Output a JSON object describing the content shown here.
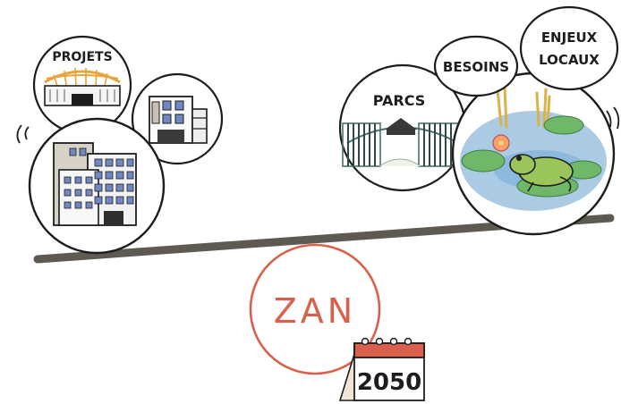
{
  "labels": {
    "projets": "PROJETS",
    "parcs": "PARCS",
    "besoins": "BESOINS",
    "enjeux_line1": "ENJEUX",
    "enjeux_line2": "LOCAUX",
    "zan": "ZAN",
    "year": "2050"
  },
  "colors": {
    "ink": "#1d1d1d",
    "beam": "#5e5a52",
    "zan_red": "#d9614b",
    "calendar_red": "#d9614b",
    "pond_blue": "#8fb9dc",
    "lily_green": "#6fb86a",
    "frog_green": "#9bc45a",
    "reed_yellow": "#d9b24a",
    "stadium_orange": "#e8a43a",
    "window_blue": "#6f88c4",
    "gate_green": "#4a6f6a"
  },
  "icons": [
    "stadium-icon",
    "building-icon",
    "apartment-block-icon",
    "park-gate-icon",
    "pond-frog-icon",
    "calendar-icon"
  ]
}
